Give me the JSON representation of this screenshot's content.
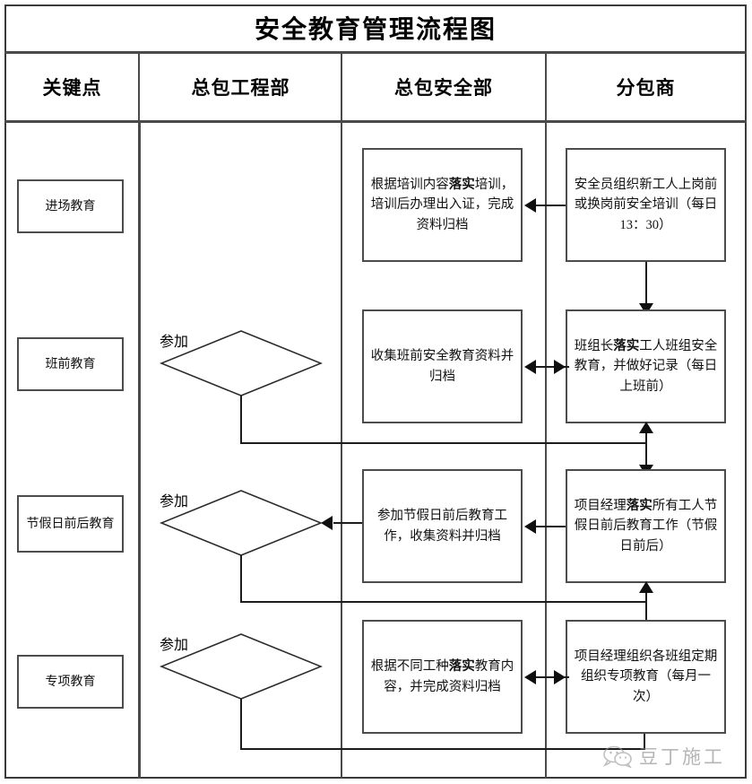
{
  "title": "安全教育管理流程图",
  "columns": [
    {
      "key": "keypoint",
      "label": "关键点"
    },
    {
      "key": "gc_dept",
      "label": "总包工程部"
    },
    {
      "key": "aq_dept",
      "label": "总包安全部"
    },
    {
      "key": "subcon",
      "label": "分包商"
    }
  ],
  "rows": [
    {
      "keypoint": "进场教育",
      "gc_dept": "",
      "aq_dept": {
        "pre": "根据培训内容",
        "bold": "落实",
        "post": "培训，培训后办理出入证，完成资料归档"
      },
      "subcon": {
        "pre": "安全员组织新工人上岗前或换岗前安全培训（每日13：30）",
        "bold": "",
        "post": ""
      },
      "arrow": "left"
    },
    {
      "keypoint": "班前教育",
      "gc_dept": "参加",
      "aq_dept": {
        "pre": "收集班前安全教育资料并归档",
        "bold": "",
        "post": ""
      },
      "subcon": {
        "pre": "班组长",
        "bold": "落实",
        "post": "工人班组安全教育，并做好记录（每日上班前）"
      },
      "arrow": "both"
    },
    {
      "keypoint": "节假日前后教育",
      "gc_dept": "参加",
      "aq_dept": {
        "pre": "参加节假日前后教育工作，收集资料并归档",
        "bold": "",
        "post": ""
      },
      "subcon": {
        "pre": "项目经理",
        "bold": "落实",
        "post": "所有工人节假日前后教育工作（节假日前后）"
      },
      "arrow": "left"
    },
    {
      "keypoint": "专项教育",
      "gc_dept": "参加",
      "aq_dept": {
        "pre": "根据不同工种",
        "bold": "落实",
        "post": "教育内容，并完成资料归档"
      },
      "subcon": {
        "pre": "项目经理组织各班组定期组织专项教育（每月一次）",
        "bold": "",
        "post": ""
      },
      "arrow": "both"
    }
  ],
  "watermark": {
    "text": "豆丁施工",
    "icon": "wechat-icon"
  },
  "colors": {
    "border": "#4a4a4a",
    "box_border": "#4c4c4c",
    "connector": "#1c1c1c",
    "text": "#111111",
    "watermark": "#8a8a8a",
    "background": "#ffffff"
  }
}
